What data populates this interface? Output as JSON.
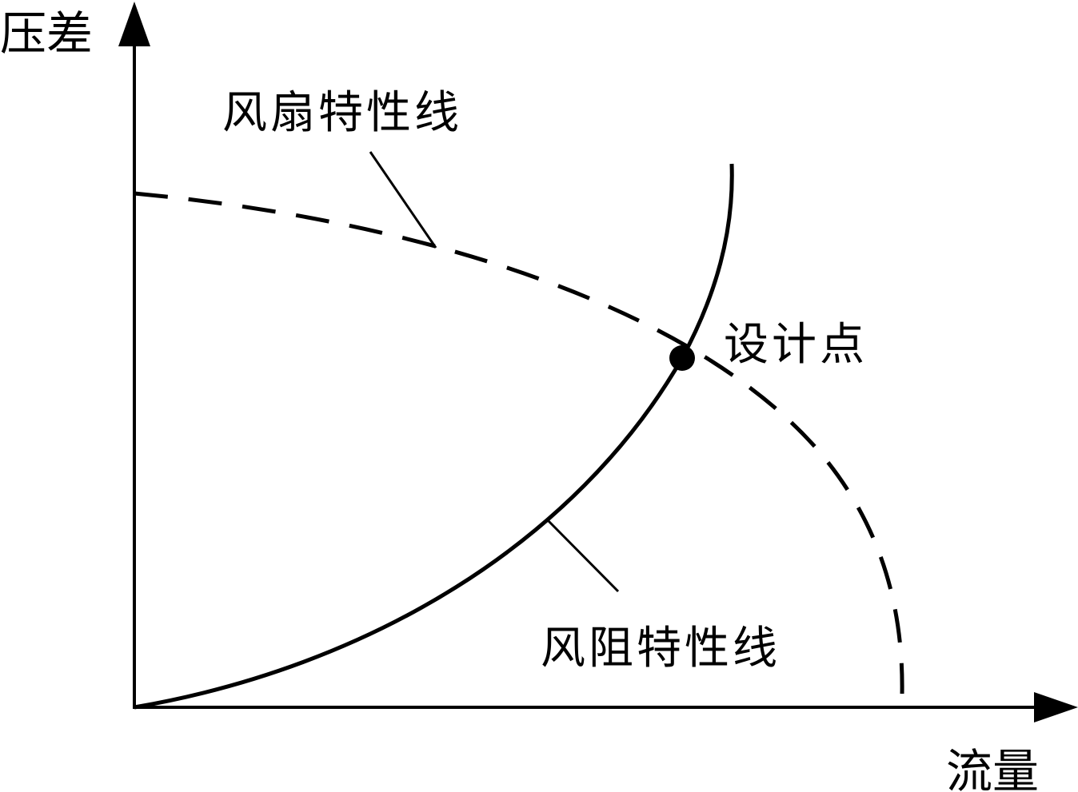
{
  "axes": {
    "y_label": "压差",
    "x_label": "流量"
  },
  "curves": {
    "fan_label": "风扇特性线",
    "resistance_label": "风阻特性线"
  },
  "design_point": {
    "label": "设计点"
  },
  "colors": {
    "stroke": "#000000",
    "background": "#ffffff"
  }
}
